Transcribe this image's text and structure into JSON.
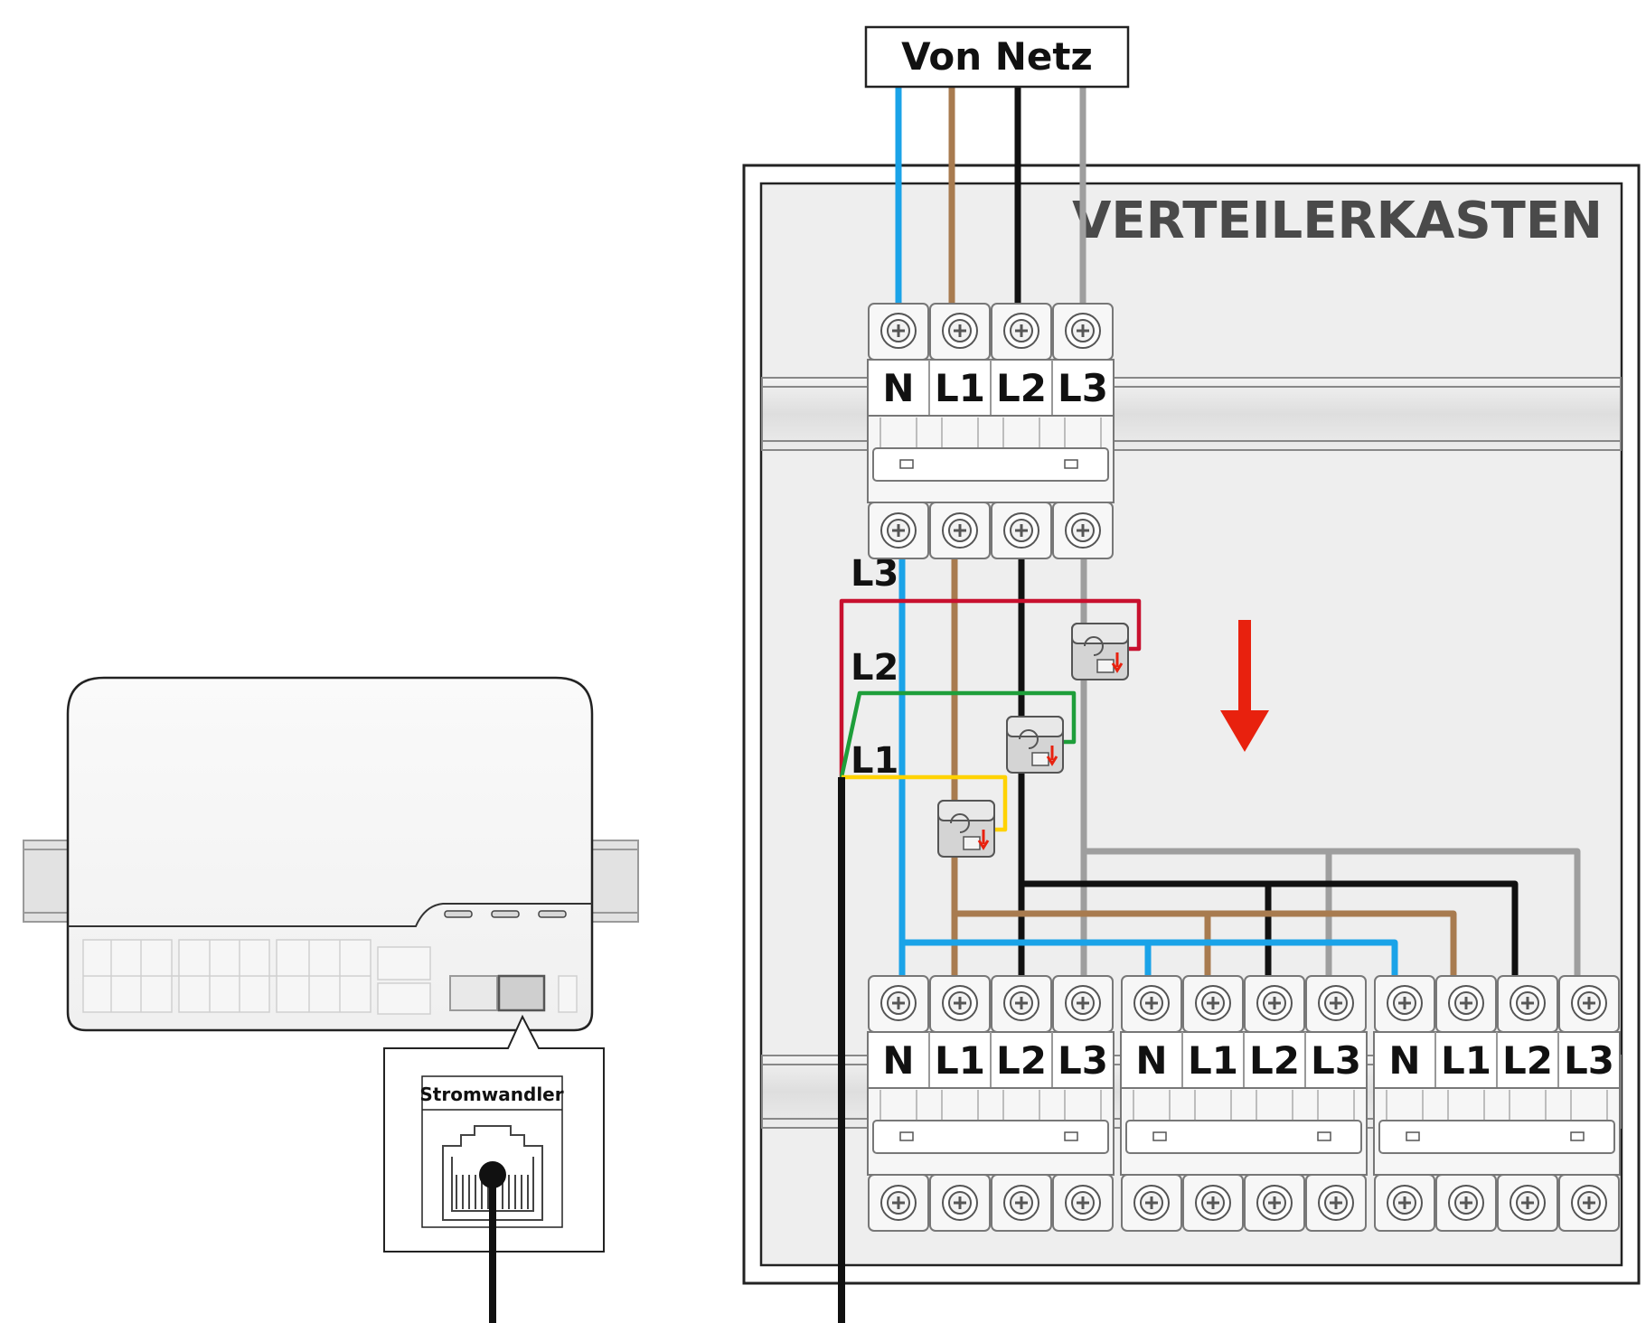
{
  "grid_label": "Von Netz",
  "cabinet_label": "VERTEILERKASTEN",
  "port_label": "Stromwandler",
  "ct_labels": [
    "L3",
    "L2",
    "L1"
  ],
  "main_breaker": {
    "terminals": [
      "N",
      "L1",
      "L2",
      "L3"
    ]
  },
  "branch_breakers": [
    {
      "terminals": [
        "N",
        "L1",
        "L2",
        "L3"
      ]
    },
    {
      "terminals": [
        "N",
        "L1",
        "L2",
        "L3"
      ]
    },
    {
      "terminals": [
        "N",
        "L1",
        "L2",
        "L3"
      ]
    }
  ],
  "colors": {
    "N": "#1aa3e8",
    "L1": "#a87b4f",
    "L2": "#111111",
    "L3": "#9e9e9e",
    "ct_L3": "#c8102e",
    "ct_L2": "#1e9e3a",
    "ct_L1": "#ffd200",
    "current_arrow": "#e8210e",
    "cabinet_bg": "#eeeeee"
  },
  "icons": [
    "screw-terminal-icon",
    "ct-clamp-icon",
    "rj45-port-icon",
    "direction-arrow-icon"
  ]
}
